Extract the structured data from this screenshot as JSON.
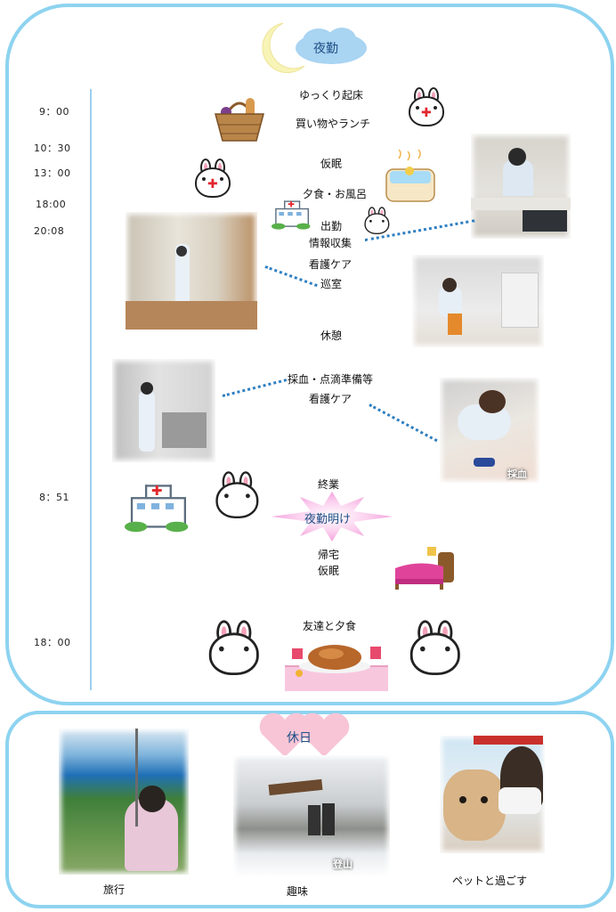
{
  "night": {
    "title": "夜勤",
    "times": {
      "t1": "9：00",
      "t2": "10：30",
      "t3": "13：00",
      "t4": "18:00",
      "t5": "20:08",
      "t6": "8：51",
      "t7": "18：00"
    },
    "events": {
      "wake": "ゆっくり起床",
      "shopping": "買い物やランチ",
      "nap": "仮眠",
      "dinner_bath": "夕食・お風呂",
      "go_work": "出勤",
      "info": "情報収集",
      "care1": "看護ケア",
      "rounds": "巡室",
      "break": "休憩",
      "blood": "採血・点滴準備等",
      "care2": "看護ケア",
      "end_work": "終業",
      "after_night": "夜勤明け",
      "go_home": "帰宅",
      "nap2": "仮眠",
      "friends_dinner": "友達と夕食"
    },
    "photo_labels": {
      "blood_draw": "採血"
    }
  },
  "holiday": {
    "title": "休日",
    "captions": {
      "travel": "旅行",
      "hobby": "趣味",
      "pet": "ペットと過ごす"
    },
    "photo_labels": {
      "climbing": "登山"
    }
  },
  "colors": {
    "panel_border": "#8dd3f0",
    "timeline": "#9ccfee",
    "dotted_line": "#2f7fc1",
    "cross_red": "#e3262d"
  }
}
